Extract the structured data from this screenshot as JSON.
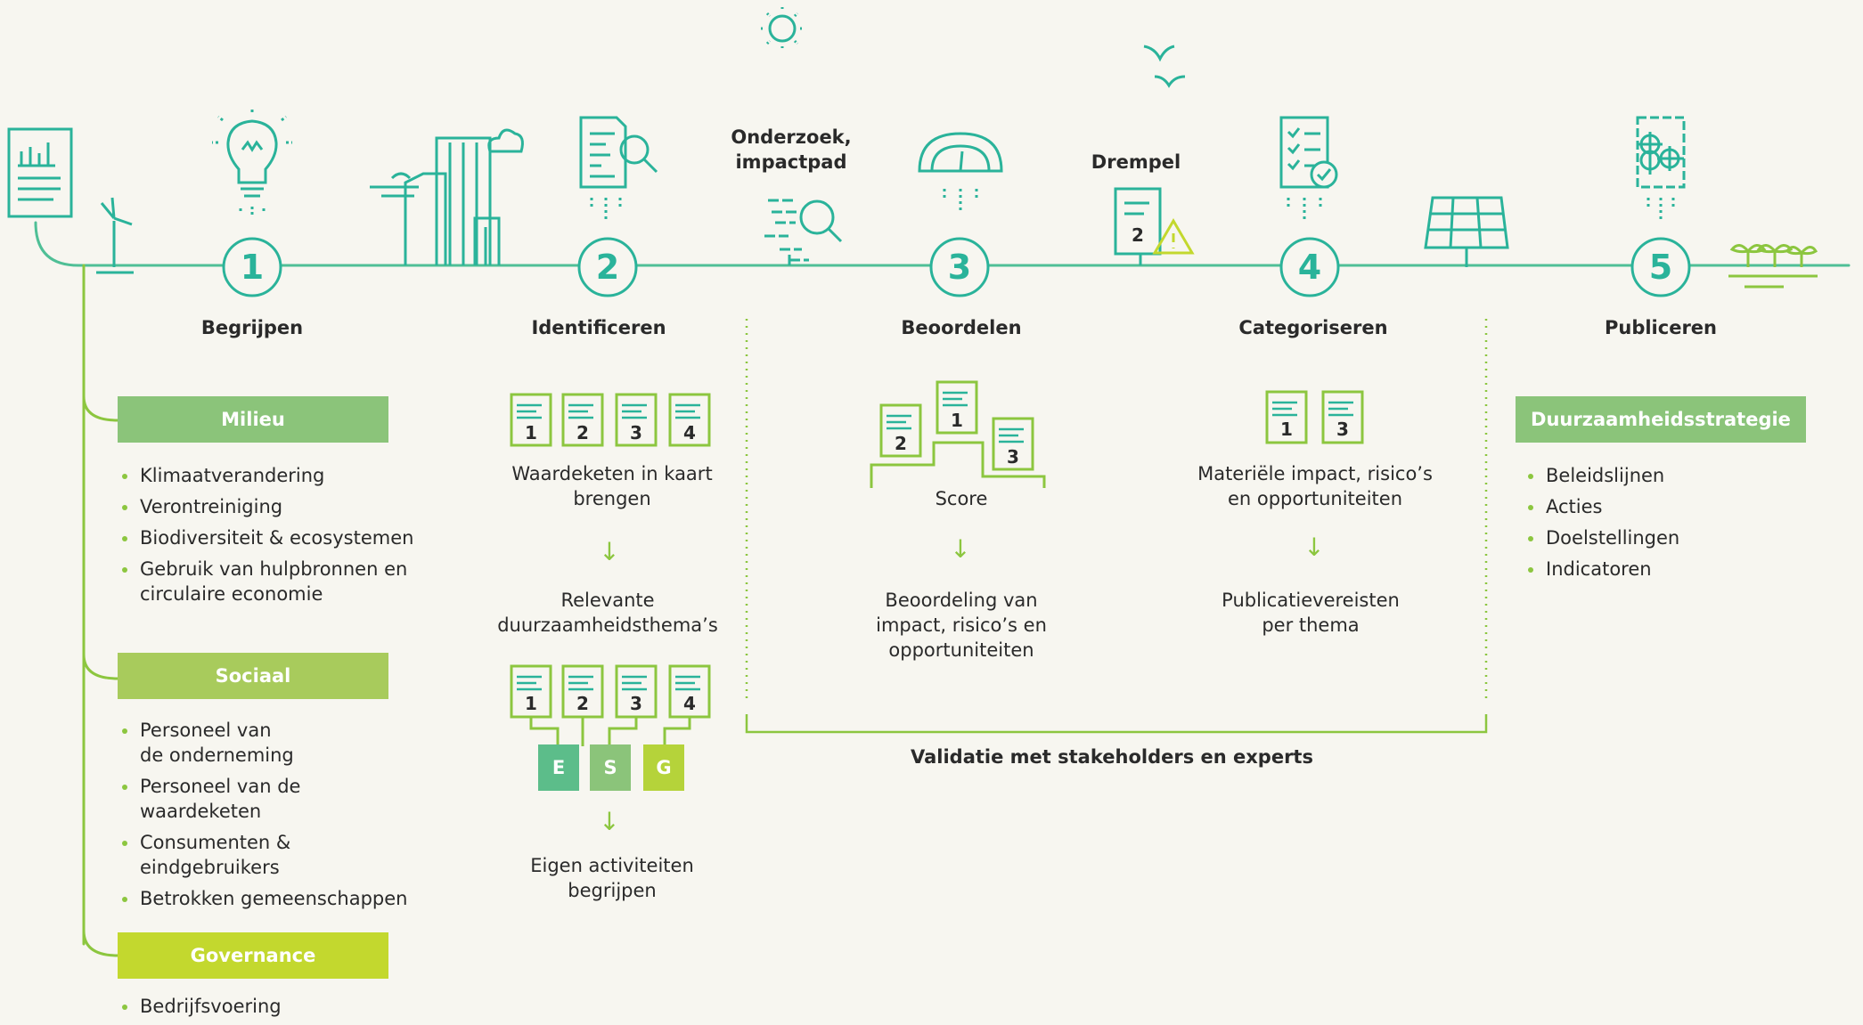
{
  "steps": [
    {
      "num": "1",
      "label": "Begrijpen"
    },
    {
      "num": "2",
      "label": "Identificeren"
    },
    {
      "num": "3",
      "label": "Beoordelen"
    },
    {
      "num": "4",
      "label": "Categoriseren"
    },
    {
      "num": "5",
      "label": "Publiceren"
    }
  ],
  "top_labels": {
    "onderzoek": "Onderzoek,\nimpactpad",
    "drempel": "Drempel"
  },
  "categories": [
    {
      "title": "Milieu",
      "color": "#8bc47a",
      "items": [
        "Klimaatverandering",
        "Verontreiniging",
        "Biodiversiteit & ecosystemen",
        "Gebruik van hulpbronnen en circulaire economie"
      ]
    },
    {
      "title": "Sociaal",
      "color": "#a8cb5c",
      "items": [
        "Personeel van de onderneming",
        "Personeel van de waardeketen",
        "Consumenten & eindgebruikers",
        "Betrokken gemeenschappen"
      ]
    },
    {
      "title": "Governance",
      "color": "#c3d82e",
      "items": [
        "Bedrijfsvoering"
      ]
    }
  ],
  "identificeren": {
    "docs_top": [
      "1",
      "2",
      "3",
      "4"
    ],
    "text1": "Waardeketen in kaart brengen",
    "text2": "Relevante duurzaamheidsthema’s",
    "docs_bottom": [
      "1",
      "2",
      "3",
      "4"
    ],
    "esg": [
      "E",
      "S",
      "G"
    ],
    "text3": "Eigen activiteiten begrijpen"
  },
  "beoordelen": {
    "podium": [
      "1",
      "2",
      "3"
    ],
    "score": "Score",
    "text": "Beoordeling van impact, risico’s en opportuniteiten"
  },
  "categoriseren": {
    "docs": [
      "1",
      "3"
    ],
    "text1": "Materiële impact, risico’s en opportuniteiten",
    "text2": "Publicatievereisten per thema"
  },
  "drempel_doc": "2",
  "validatie": "Validatie met stakeholders en experts",
  "publiceren": {
    "box": "Duurzaamheidsstrategie",
    "items": [
      "Beleidslijnen",
      "Acties",
      "Doelstellingen",
      "Indicatoren"
    ]
  },
  "colors": {
    "teal": "#2ab39a",
    "green": "#8cc63f",
    "line": "#5cbd8a"
  }
}
